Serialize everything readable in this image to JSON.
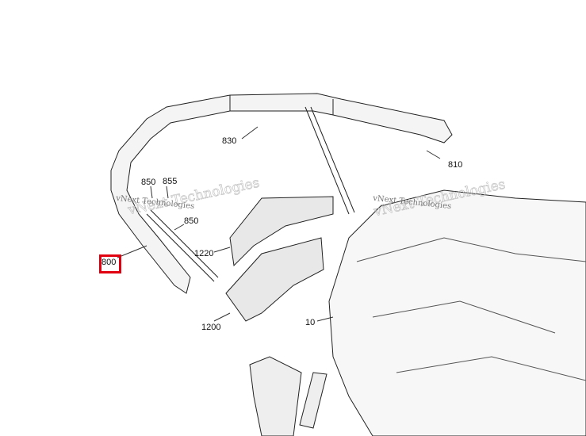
{
  "diagram": {
    "callouts": [
      {
        "id": "830",
        "label": "830"
      },
      {
        "id": "810",
        "label": "810"
      },
      {
        "id": "850a",
        "label": "850"
      },
      {
        "id": "855",
        "label": "855"
      },
      {
        "id": "850b",
        "label": "850"
      },
      {
        "id": "1220",
        "label": "1220"
      },
      {
        "id": "800",
        "label": "800",
        "highlighted": true
      },
      {
        "id": "1200",
        "label": "1200"
      },
      {
        "id": "10",
        "label": "10"
      }
    ],
    "watermark": "vNext Technologies",
    "highlight_color": "#e0000f"
  }
}
